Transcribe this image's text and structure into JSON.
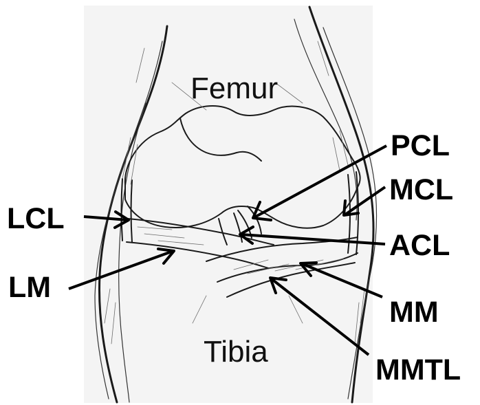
{
  "labels": {
    "femur": "Femur",
    "tibia": "Tibia",
    "pcl": "PCL",
    "mcl": "MCL",
    "acl": "ACL",
    "mm": "MM",
    "mmtl": "MMTL",
    "lcl": "LCL",
    "lm": "LM"
  }
}
